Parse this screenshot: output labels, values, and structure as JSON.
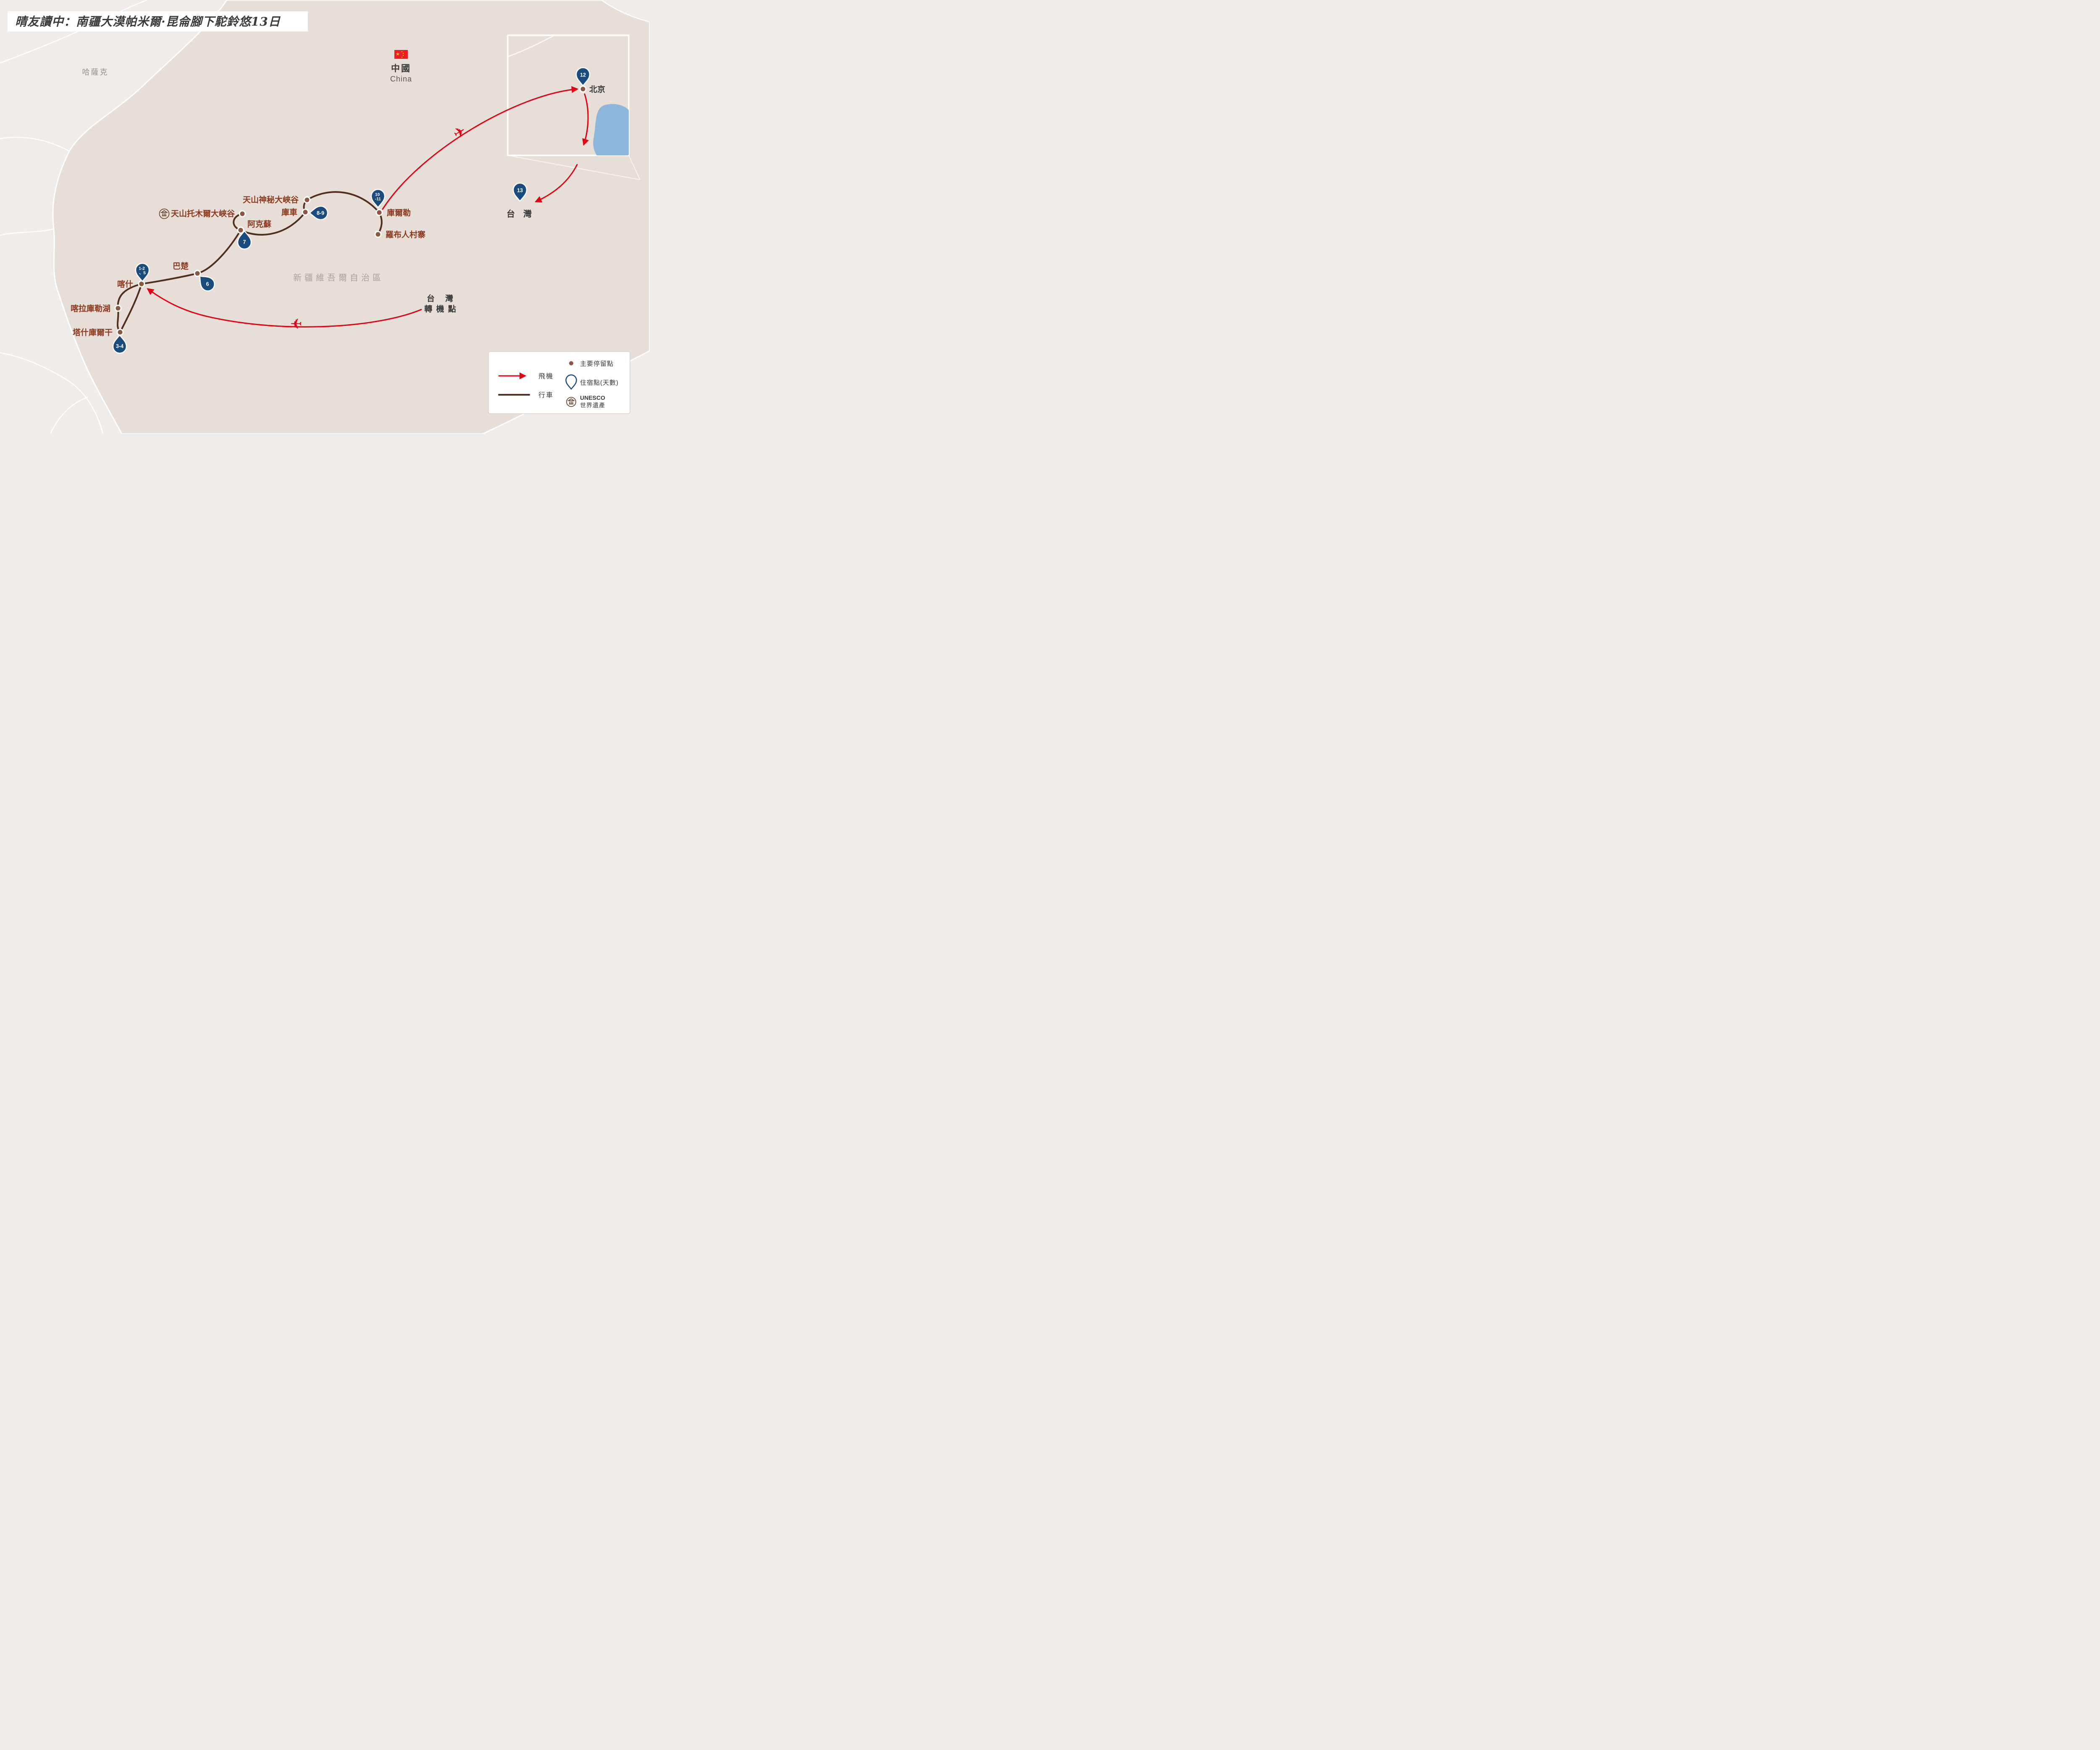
{
  "title": "晴友讀中：南疆大漠帕米爾·昆侖腳下駝鈴悠13日",
  "map_labels": {
    "kazakhstan": "哈薩克",
    "china": "中國",
    "china_en": "China",
    "region": "新疆維吾爾自治區",
    "transfer_line1": "台　灣",
    "transfer_line2": "轉 機 點"
  },
  "stops": {
    "kashgar": {
      "label": "喀什",
      "badge1": "1-2",
      "badge2": "、5"
    },
    "karakul": {
      "label": "喀拉庫勒湖"
    },
    "tashkurgan": {
      "label": "塔什庫爾干",
      "badge1": "3-4"
    },
    "bachu": {
      "label": "巴楚",
      "badge1": "6"
    },
    "aksu": {
      "label": "阿克蘇",
      "badge1": "7"
    },
    "tomur": {
      "label": "天山托木爾大峽谷"
    },
    "canyon": {
      "label": "天山神秘大峽谷"
    },
    "kuqa": {
      "label": "庫車",
      "badge1": "8-9"
    },
    "korla": {
      "label": "庫爾勒",
      "badge1": "10",
      "badge2": "-11"
    },
    "lopnur": {
      "label": "羅布人村寨"
    },
    "beijing": {
      "label": "北京",
      "badge1": "12"
    },
    "taiwan": {
      "label": "台　灣",
      "badge1": "13"
    }
  },
  "legend": {
    "flight": "飛機",
    "drive": "行車",
    "main_stop": "主要停留點",
    "stay": "住宿點(天數)",
    "unesco_line1": "UNESCO",
    "unesco_line2": "世界遺產"
  },
  "icons": {
    "plane": "✈",
    "star": "★"
  },
  "colors": {
    "background": "#efecea",
    "land": "#e6ded7",
    "flight_red": "#e50113",
    "drive_brown": "#502f1c",
    "stop_dot_brown": "#8a5742",
    "badge_navy": "#1a4b7d",
    "stop_label_maroon": "#8c3a20",
    "lake_blue": "#8db6dc",
    "flag_red": "#ee1c25",
    "flag_yellow": "#ffde00"
  }
}
